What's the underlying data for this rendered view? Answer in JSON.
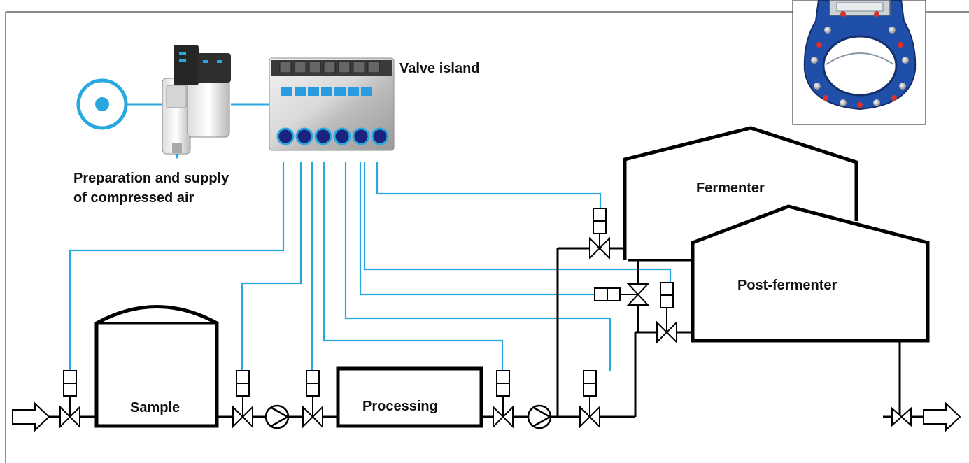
{
  "labels": {
    "valve_island": "Valve island",
    "air_supply_line1": "Preparation and supply",
    "air_supply_line2": "of compressed air",
    "fermenter": "Fermenter",
    "post_fermenter": "Post-fermenter",
    "sample": "Sample",
    "processing": "Processing"
  },
  "colors": {
    "pneumatic_line": "#29a8e0",
    "process_line": "#000000",
    "valve_island_port": "#1a237e",
    "valve_island_display": "#2a9be0",
    "inset_valve_body": "#1f4fa8",
    "inset_bolt_red": "#d9302c"
  },
  "icons": {
    "compressor": "compressor-icon",
    "air_service_unit": "air-service-unit-icon",
    "valve_island": "valve-island-icon",
    "knife_gate_valve": "knife-gate-valve-icon",
    "inlet_arrow": "inlet-arrow-icon",
    "outlet_arrow": "outlet-arrow-icon",
    "pump": "pump-icon",
    "process_valve": "process-valve-icon"
  }
}
